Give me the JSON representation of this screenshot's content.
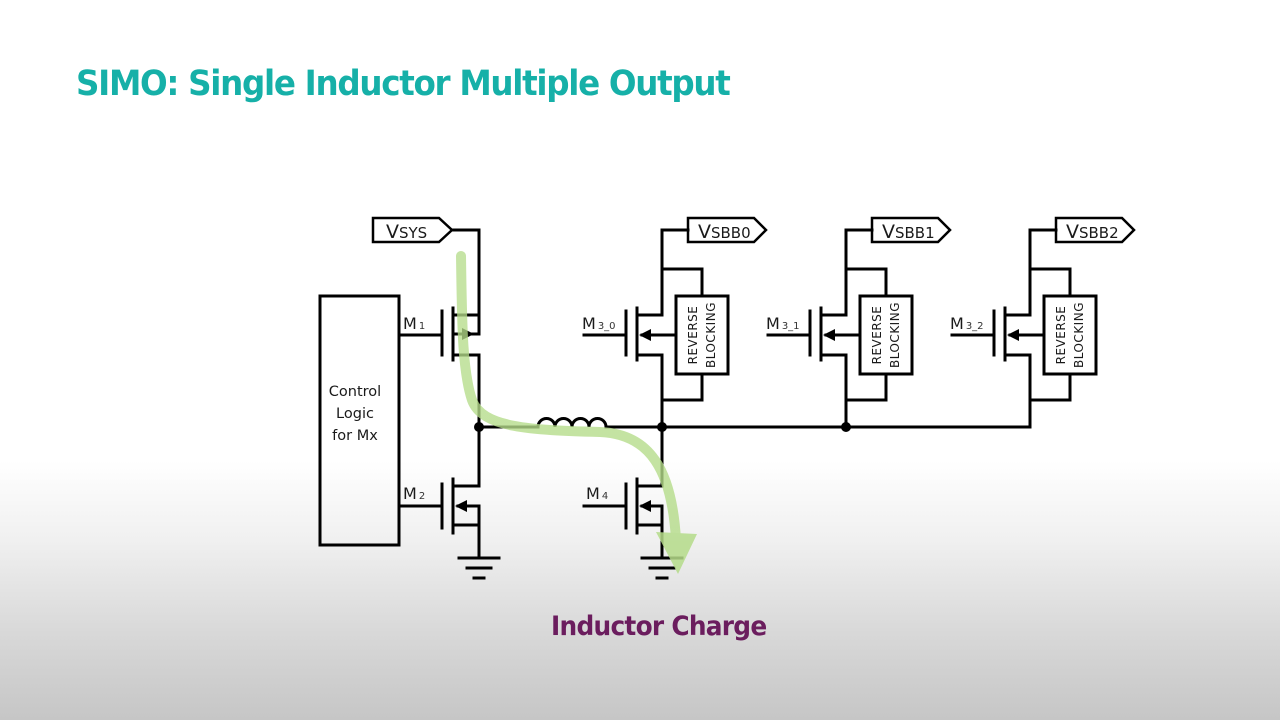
{
  "slide": {
    "title": "SIMO: Single Inductor Multiple Output",
    "caption": "Inductor Charge"
  },
  "colors": {
    "title": "#16b0a8",
    "caption": "#6b1d5e",
    "current_path": "#b5dc8a",
    "wire": "#000000"
  },
  "diagram": {
    "input_rail": {
      "label": "V",
      "sub": "SYS"
    },
    "output_rails": [
      {
        "label": "V",
        "sub": "SBB0"
      },
      {
        "label": "V",
        "sub": "SBB1"
      },
      {
        "label": "V",
        "sub": "SBB2"
      }
    ],
    "control_block": {
      "lines": [
        "Control",
        "Logic",
        "for Mx"
      ]
    },
    "transistors": {
      "m1": {
        "label": "M",
        "sub": "1"
      },
      "m2": {
        "label": "M",
        "sub": "2"
      },
      "m4": {
        "label": "M",
        "sub": "4"
      },
      "m3_0": {
        "label": "M",
        "sub": "3_0"
      },
      "m3_1": {
        "label": "M",
        "sub": "3_1"
      },
      "m3_2": {
        "label": "M",
        "sub": "3_2"
      }
    },
    "reverse_blocking": {
      "line1": "REVERSE",
      "line2": "BLOCKING"
    },
    "current_path_label": "Inductor Charge"
  }
}
